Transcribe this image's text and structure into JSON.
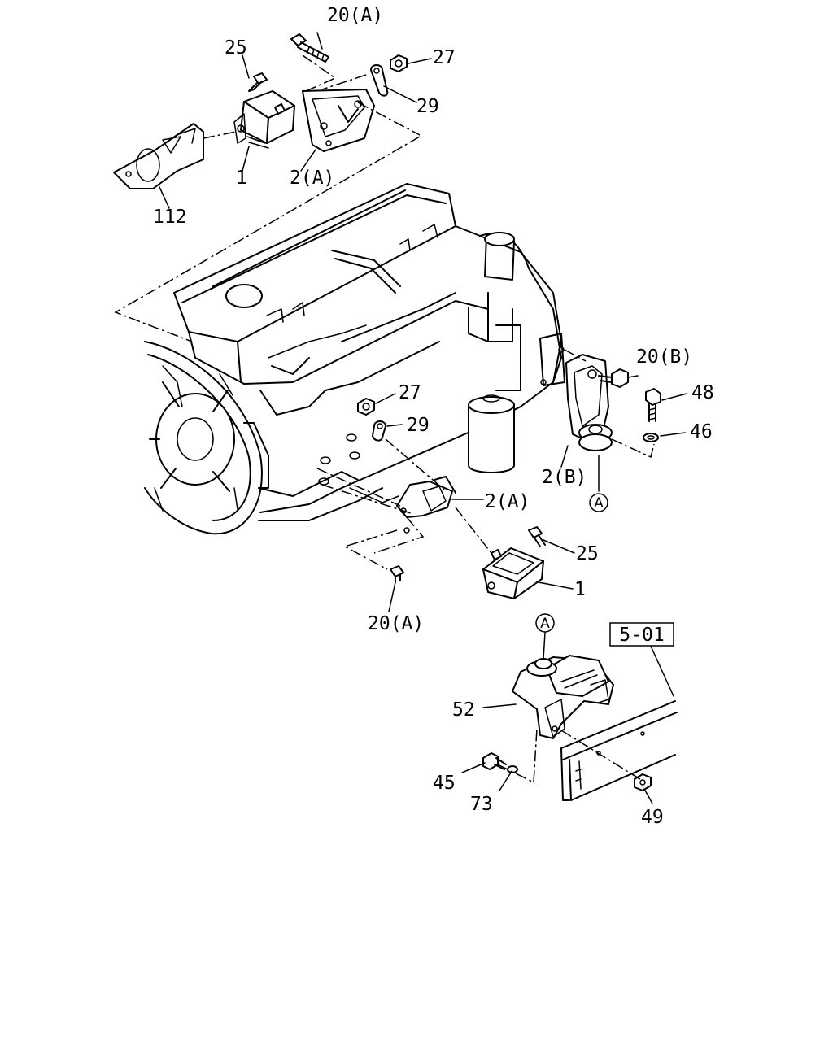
{
  "diagram": {
    "callouts": [
      {
        "id": "c-20a-top",
        "text": "20(A)"
      },
      {
        "id": "c-25-top",
        "text": "25"
      },
      {
        "id": "c-27-top",
        "text": "27"
      },
      {
        "id": "c-29-top",
        "text": "29"
      },
      {
        "id": "c-1-top",
        "text": "1"
      },
      {
        "id": "c-2a-top",
        "text": "2(A)"
      },
      {
        "id": "c-112",
        "text": "112"
      },
      {
        "id": "c-20b",
        "text": "20(B)"
      },
      {
        "id": "c-48",
        "text": "48"
      },
      {
        "id": "c-46",
        "text": "46"
      },
      {
        "id": "c-2b",
        "text": "2(B)"
      },
      {
        "id": "c-27-mid",
        "text": "27"
      },
      {
        "id": "c-29-mid",
        "text": "29"
      },
      {
        "id": "c-2a-mid",
        "text": "2(A)"
      },
      {
        "id": "c-25-mid",
        "text": "25"
      },
      {
        "id": "c-1-mid",
        "text": "1"
      },
      {
        "id": "c-20a-mid",
        "text": "20(A)"
      },
      {
        "id": "c-52",
        "text": "52"
      },
      {
        "id": "c-45",
        "text": "45"
      },
      {
        "id": "c-73",
        "text": "73"
      },
      {
        "id": "c-49",
        "text": "49"
      }
    ],
    "ref_markers": [
      {
        "id": "ref-a-1",
        "text": "A"
      },
      {
        "id": "ref-a-2",
        "text": "A"
      }
    ],
    "section_ref": "5-01"
  }
}
